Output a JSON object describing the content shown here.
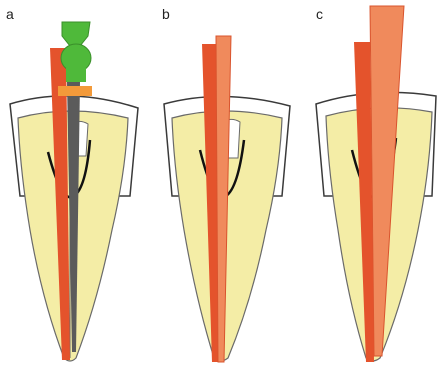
{
  "panels": [
    {
      "label": "a",
      "instrument": "spreader-with-handle"
    },
    {
      "label": "b",
      "instrument": "two-cones"
    },
    {
      "label": "c",
      "instrument": "two-cones-wide"
    }
  ],
  "colors": {
    "tooth_fill": "#f4eda6",
    "tooth_outline": "#6a6a6a",
    "crown_outline": "#3a3a3a",
    "cone_dark": "#e4532c",
    "cone_light": "#f08a5c",
    "spreader": "#5b5b5b",
    "handle": "#4fb93a",
    "stop": "#f39a3a",
    "pulp_line": "#111111"
  }
}
